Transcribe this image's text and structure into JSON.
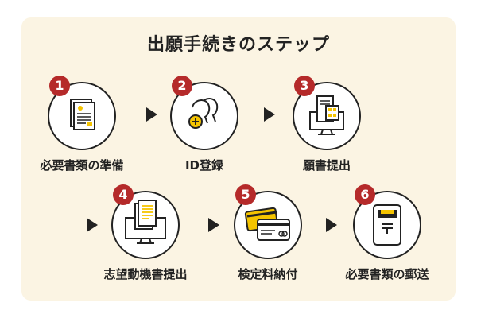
{
  "title": "出願手続きのステップ",
  "steps": [
    {
      "number": "1",
      "label": "必要書類の準備",
      "icon": "document-icon"
    },
    {
      "number": "2",
      "label": "ID登録",
      "icon": "user-add-icon"
    },
    {
      "number": "3",
      "label": "願書提出",
      "icon": "calculator-document-icon"
    },
    {
      "number": "4",
      "label": "志望動機書提出",
      "icon": "monitor-document-icon"
    },
    {
      "number": "5",
      "label": "検定料納付",
      "icon": "credit-card-icon"
    },
    {
      "number": "6",
      "label": "必要書類の郵送",
      "icon": "postbox-icon"
    }
  ],
  "colors": {
    "badge": "#B52A2A",
    "accent": "#FFE24A",
    "background": "#FBF4E3",
    "stroke": "#222222"
  }
}
